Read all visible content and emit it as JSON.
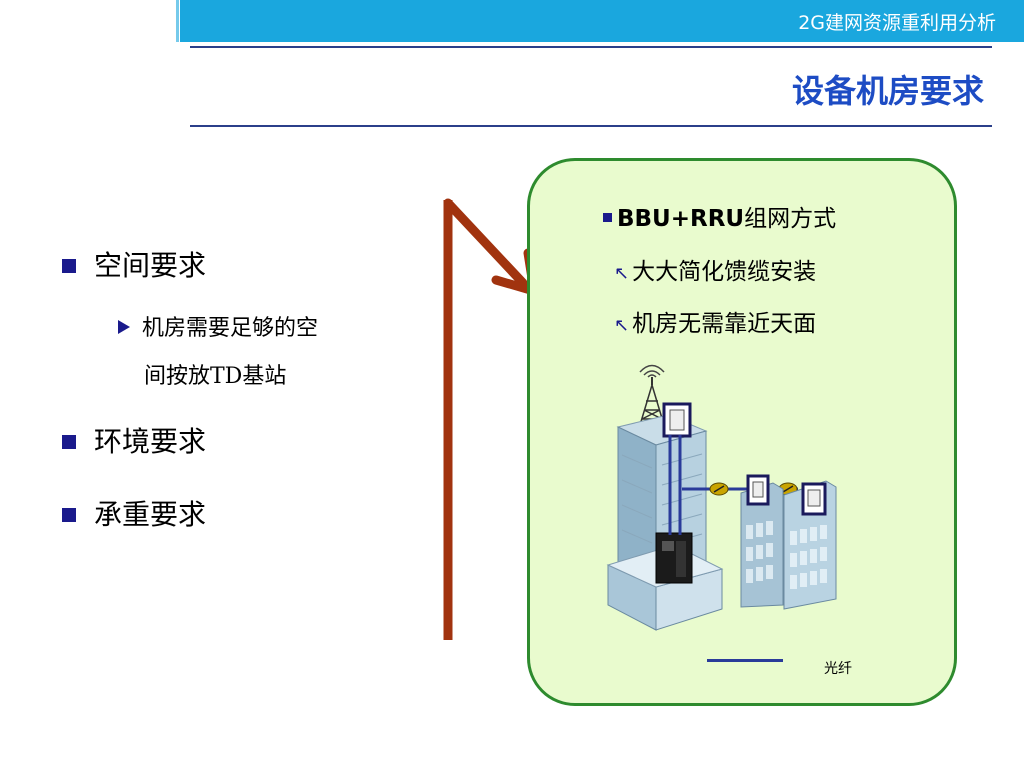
{
  "header": {
    "title": "2G建网资源重利用分析"
  },
  "slide": {
    "title": "设备机房要求"
  },
  "bullets": [
    {
      "label": "空间要求"
    },
    {
      "label": "机房需要足够的空",
      "label2": "间按放TD基站"
    },
    {
      "label": "环境要求"
    },
    {
      "label": "承重要求"
    }
  ],
  "panel": {
    "heading_bold": "BBU+RRU",
    "heading_rest": "组网方式",
    "items": [
      "大大简化馈缆安装",
      "机房无需靠近天面"
    ],
    "legend_label": "光纤"
  },
  "colors": {
    "header_bar": "#1aa7de",
    "title_blue": "#1d4cc4",
    "rule": "#2b3f8a",
    "arrow": "#a1330f",
    "panel_fill": "#e9fbce",
    "panel_border": "#2e8b2e",
    "fiber": "#2a3b9a"
  },
  "icons": [
    "square-bullet-icon",
    "triangle-bullet-icon",
    "corner-arrow-icon",
    "antenna-tower-icon",
    "building-icon",
    "rru-unit-icon",
    "bbu-cabinet-icon",
    "fiber-connector-icon"
  ]
}
